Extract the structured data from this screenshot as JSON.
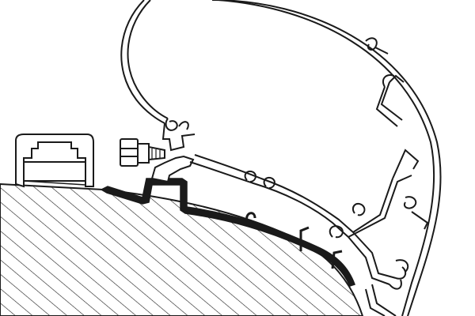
{
  "colors": {
    "background": "#ffffff",
    "line": "#1a1a1a",
    "profile_fill": "#ffffff",
    "adapter_fill": "#1a1a1a",
    "hatch": "#1a1a1a"
  },
  "components": [
    "roof-cross-section",
    "roof-rail",
    "adapter-rail",
    "mounting-bracket",
    "bolt",
    "awning-case"
  ]
}
